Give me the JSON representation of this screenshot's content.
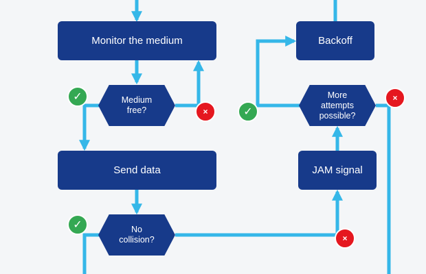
{
  "colors": {
    "box_fill": "#173a8a",
    "connector": "#35b7e8",
    "yes_badge": "#34a853",
    "no_badge": "#e5171f",
    "background": "#f4f6f8"
  },
  "nodes": {
    "monitor": "Monitor the medium",
    "medium_free": "Medium\nfree?",
    "send_data": "Send data",
    "no_collision": "No\ncollision?",
    "backoff": "Backoff",
    "more_attempts": "More\nattempts\npossible?",
    "jam_signal": "JAM signal"
  },
  "badges": {
    "yes_symbol": "✓",
    "no_symbol": "×",
    "yes_icon": "check-icon",
    "no_icon": "cross-icon"
  }
}
